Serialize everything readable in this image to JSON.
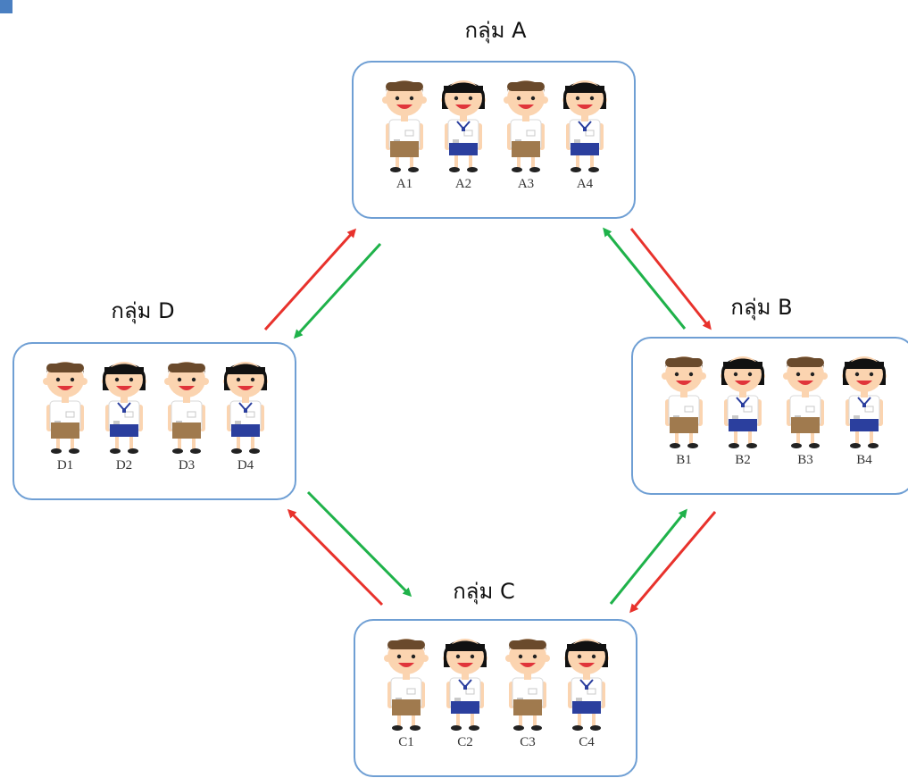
{
  "colors": {
    "box_border": "#6f9fd4",
    "arrow_red": "#e8322c",
    "arrow_green": "#1fb24a",
    "boy_shorts": "#a07a4e",
    "girl_skirt": "#2b3f9e",
    "hair": "#111111",
    "boy_hair": "#6a4a2c",
    "skin": "#fbd4b0"
  },
  "groups": [
    {
      "id": "A",
      "title": "กลุ่ม A",
      "students": [
        {
          "label": "A1",
          "kind": "boy"
        },
        {
          "label": "A2",
          "kind": "girl"
        },
        {
          "label": "A3",
          "kind": "boy"
        },
        {
          "label": "A4",
          "kind": "girl"
        }
      ]
    },
    {
      "id": "B",
      "title": "กลุ่ม B",
      "students": [
        {
          "label": "B1",
          "kind": "boy"
        },
        {
          "label": "B2",
          "kind": "girl"
        },
        {
          "label": "B3",
          "kind": "boy"
        },
        {
          "label": "B4",
          "kind": "girl"
        }
      ]
    },
    {
      "id": "C",
      "title": "กลุ่ม C",
      "students": [
        {
          "label": "C1",
          "kind": "boy"
        },
        {
          "label": "C2",
          "kind": "girl"
        },
        {
          "label": "C3",
          "kind": "boy"
        },
        {
          "label": "C4",
          "kind": "girl"
        }
      ]
    },
    {
      "id": "D",
      "title": "กลุ่ม D",
      "students": [
        {
          "label": "D1",
          "kind": "boy"
        },
        {
          "label": "D2",
          "kind": "girl"
        },
        {
          "label": "D3",
          "kind": "boy"
        },
        {
          "label": "D4",
          "kind": "girl"
        }
      ]
    }
  ],
  "arrows": [
    {
      "from": "D",
      "to": "A",
      "color": "red"
    },
    {
      "from": "A",
      "to": "D",
      "color": "green"
    },
    {
      "from": "A",
      "to": "B",
      "color": "red"
    },
    {
      "from": "B",
      "to": "A",
      "color": "green"
    },
    {
      "from": "B",
      "to": "C",
      "color": "red"
    },
    {
      "from": "C",
      "to": "B",
      "color": "green"
    },
    {
      "from": "C",
      "to": "D",
      "color": "red"
    },
    {
      "from": "D",
      "to": "C",
      "color": "green"
    }
  ]
}
